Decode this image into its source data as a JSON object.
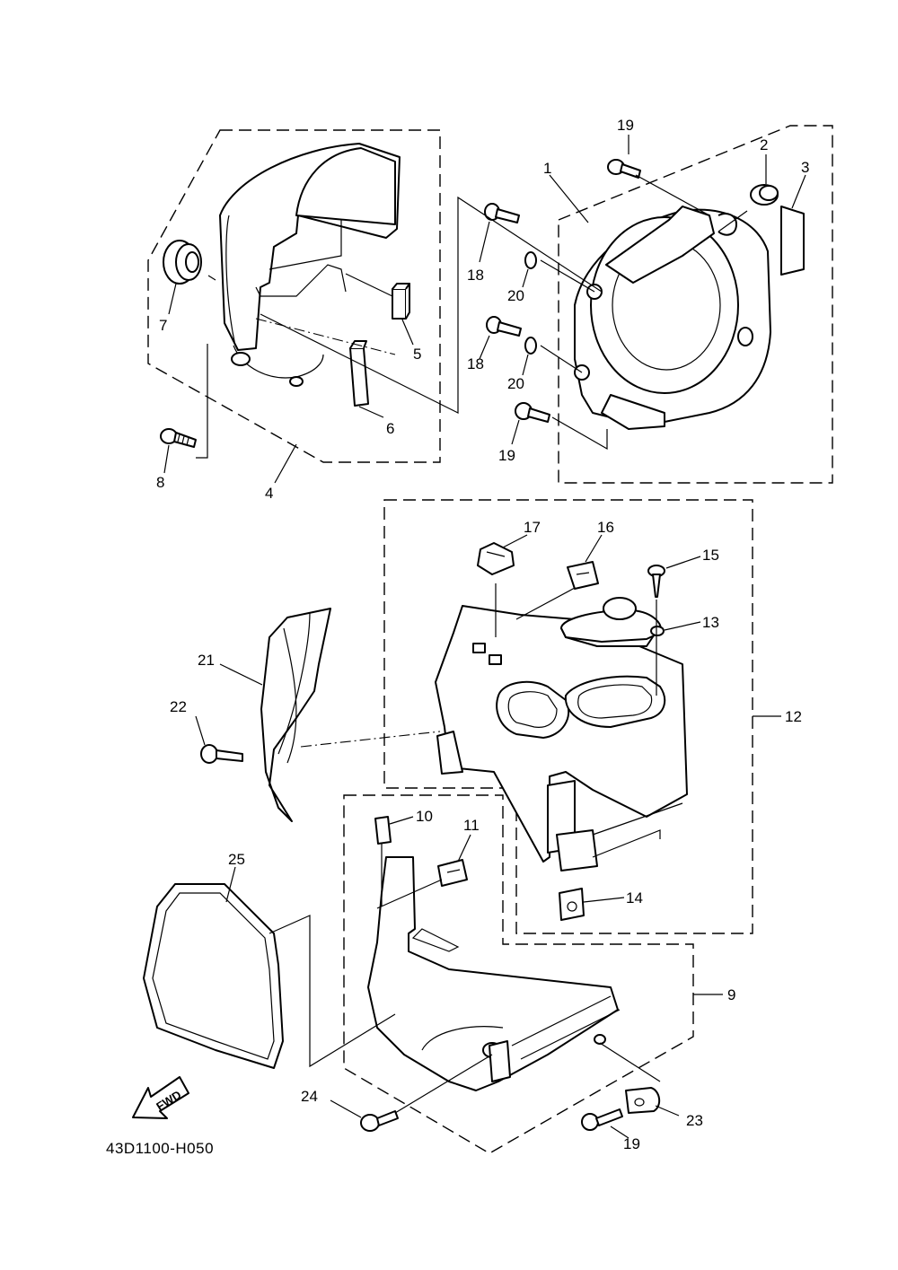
{
  "diagram": {
    "drawing_code": "43D1100-H050",
    "fwd_label": "FWD",
    "callouts": {
      "p1": "1",
      "p2": "2",
      "p3": "3",
      "p4": "4",
      "p5": "5",
      "p6": "6",
      "p7": "7",
      "p8": "8",
      "p9": "9",
      "p10": "10",
      "p11": "11",
      "p12": "12",
      "p13": "13",
      "p14": "14",
      "p15": "15",
      "p16": "16",
      "p17": "17",
      "p18a": "18",
      "p18b": "18",
      "p19a": "19",
      "p19b": "19",
      "p19c": "19",
      "p20a": "20",
      "p20b": "20",
      "p21": "21",
      "p22": "22",
      "p23": "23",
      "p24": "24",
      "p25": "25"
    }
  }
}
